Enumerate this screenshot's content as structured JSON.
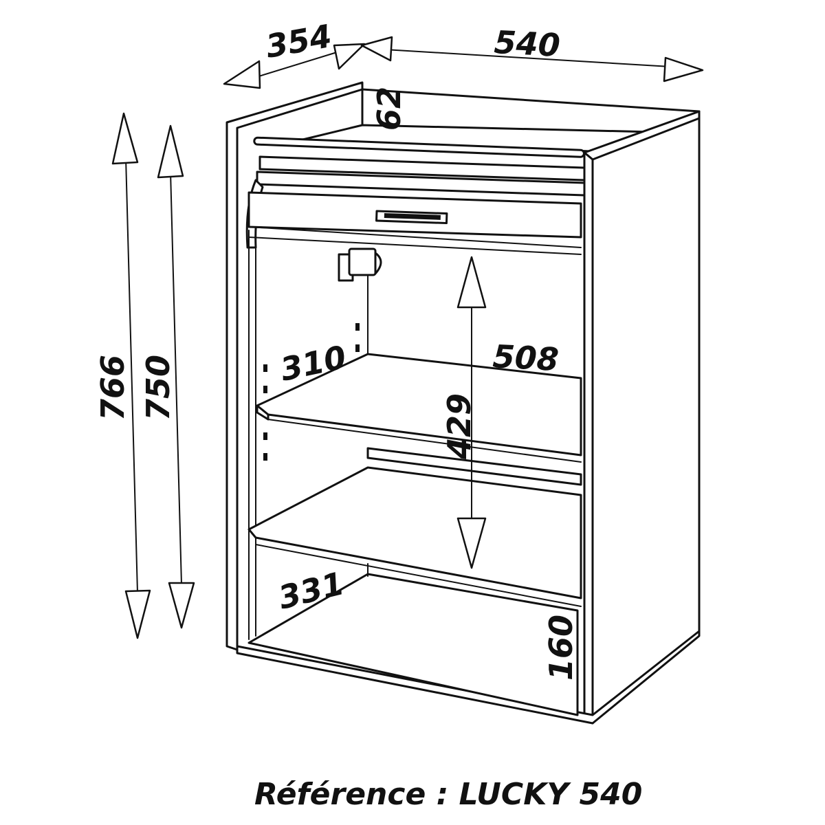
{
  "diagram": {
    "dimensions": {
      "depth_top": "354",
      "width_top": "540",
      "height_total": "766",
      "height_body": "750",
      "inner_top_gap": "62",
      "shelf_depth": "310",
      "inner_width": "508",
      "opening_height": "429",
      "lower_depth": "331",
      "plinth_height": "160"
    },
    "reference": "Référence :  LUCKY 540"
  }
}
